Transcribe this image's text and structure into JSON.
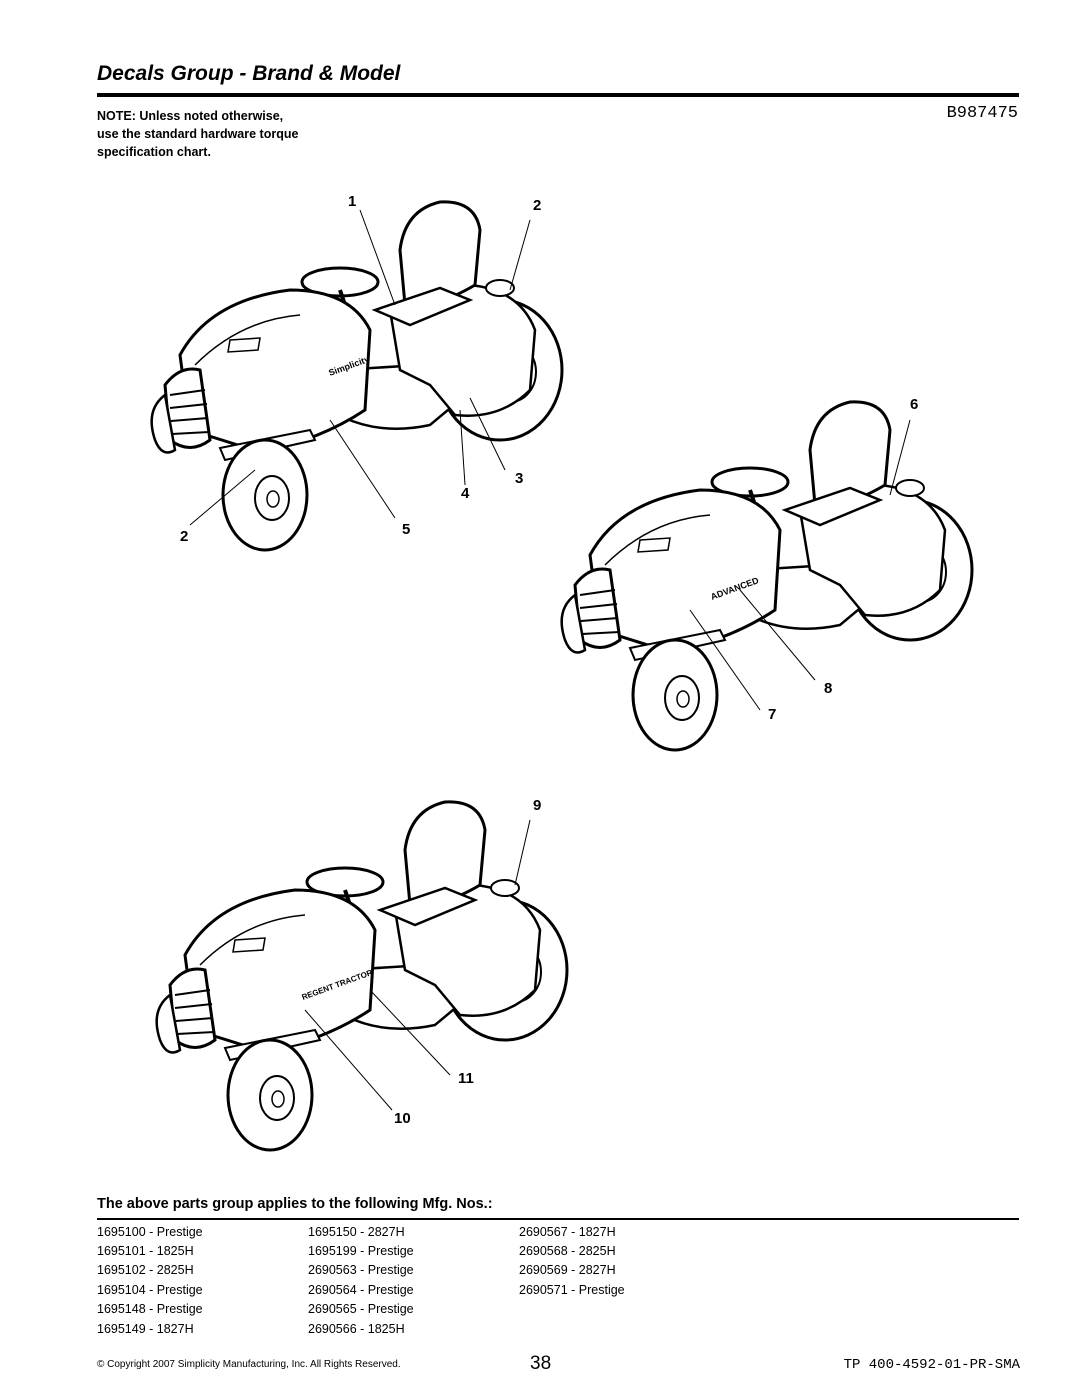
{
  "header": {
    "title": "Decals Group - Brand & Model",
    "note_lines": [
      "NOTE: Unless noted otherwise,",
      "use the standard hardware torque",
      "specification chart."
    ],
    "part_id": "B987475"
  },
  "diagram": {
    "callouts": [
      "1",
      "2",
      "2",
      "3",
      "4",
      "5",
      "6",
      "7",
      "8",
      "9",
      "10",
      "11"
    ],
    "decal_texts": [
      "Simplicity",
      "ADVANCED",
      "REGENT TRACTOR"
    ]
  },
  "applies": {
    "heading": "The above parts group applies to the following Mfg. Nos.:",
    "rows": [
      [
        "1695100 - Prestige",
        "1695150 - 2827H",
        "2690567 - 1827H"
      ],
      [
        "1695101 - 1825H",
        "1695199 - Prestige",
        "2690568 - 2825H"
      ],
      [
        "1695102 - 2825H",
        "2690563 - Prestige",
        "2690569 - 2827H"
      ],
      [
        "1695104 - Prestige",
        "2690564 - Prestige",
        "2690571 - Prestige"
      ],
      [
        "1695148 - Prestige",
        "2690565 - Prestige",
        ""
      ],
      [
        "1695149 - 1827H",
        "2690566 - 1825H",
        ""
      ]
    ]
  },
  "footer": {
    "copyright": "© Copyright 2007 Simplicity Manufacturing, Inc. All Rights Reserved.",
    "page_number": "38",
    "doc_id": "TP 400-4592-01-PR-SMA"
  }
}
